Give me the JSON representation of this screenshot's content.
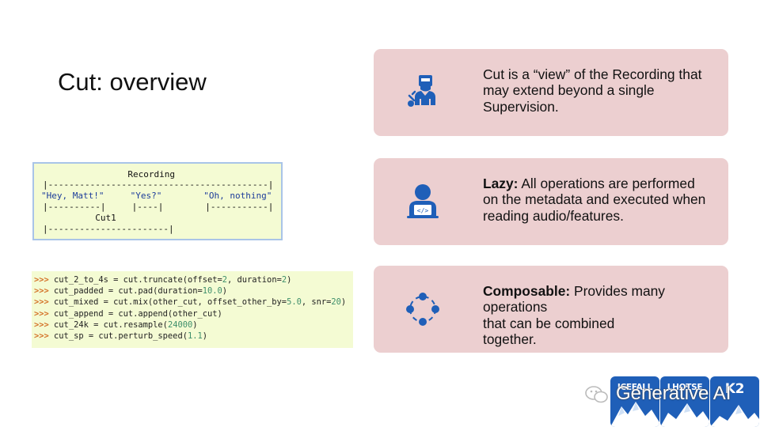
{
  "slide": {
    "title": "Cut: overview"
  },
  "diagram": {
    "line1": "       Recording",
    "line2": "|------------------------------------------|",
    "line3": "\"Hey, Matt!\"     \"Yes?\"        \"Oh, nothing\"",
    "line4": "|----------|     |----|        |-----------|",
    "line5": "          Cut1",
    "line6": "|-----------------------|"
  },
  "code": {
    "prompt": ">>>",
    "lines": [
      {
        "pre": "cut_2_to_4s = cut.truncate(offset=",
        "n1": "2",
        "mid": ", duration=",
        "n2": "2",
        "post": ")"
      },
      {
        "pre": "cut_padded = cut.pad(duration=",
        "n1": "10.0",
        "mid": "",
        "n2": "",
        "post": ")"
      },
      {
        "pre": "cut_mixed = cut.mix(other_cut, offset_other_by=",
        "n1": "5.0",
        "mid": ", snr=",
        "n2": "20",
        "post": ")"
      },
      {
        "pre": "cut_append = cut.append(other_cut)",
        "n1": "",
        "mid": "",
        "n2": "",
        "post": ""
      },
      {
        "pre": "cut_24k = cut.resample(",
        "n1": "24000",
        "mid": "",
        "n2": "",
        "post": ")"
      },
      {
        "pre": "cut_sp = cut.perturb_speed(",
        "n1": "1.1",
        "mid": "",
        "n2": "",
        "post": ")"
      }
    ]
  },
  "cards": [
    {
      "icon": "worker-icon",
      "bold": "",
      "lines": [
        "Cut is a “view” of the Recording that",
        "may extend beyond a single",
        "Supervision."
      ]
    },
    {
      "icon": "developer-icon",
      "bold": "Lazy:",
      "lines": [
        " All operations are performed",
        "on the metadata and executed when",
        "reading audio/features."
      ]
    },
    {
      "icon": "network-icon",
      "bold": "Composable:",
      "lines": [
        " Provides many",
        "operations",
        "that can be combined",
        "together."
      ]
    }
  ],
  "watermark": {
    "text": "Generative AI",
    "logos": [
      "ICEFALL",
      "LHOTSE",
      "K2"
    ]
  },
  "colors": {
    "card_bg": "#eccfd0",
    "icon_blue": "#1f5fb8",
    "code_bg": "#f4fbd3",
    "prompt": "#d4732a",
    "number": "#3e8f6b"
  }
}
